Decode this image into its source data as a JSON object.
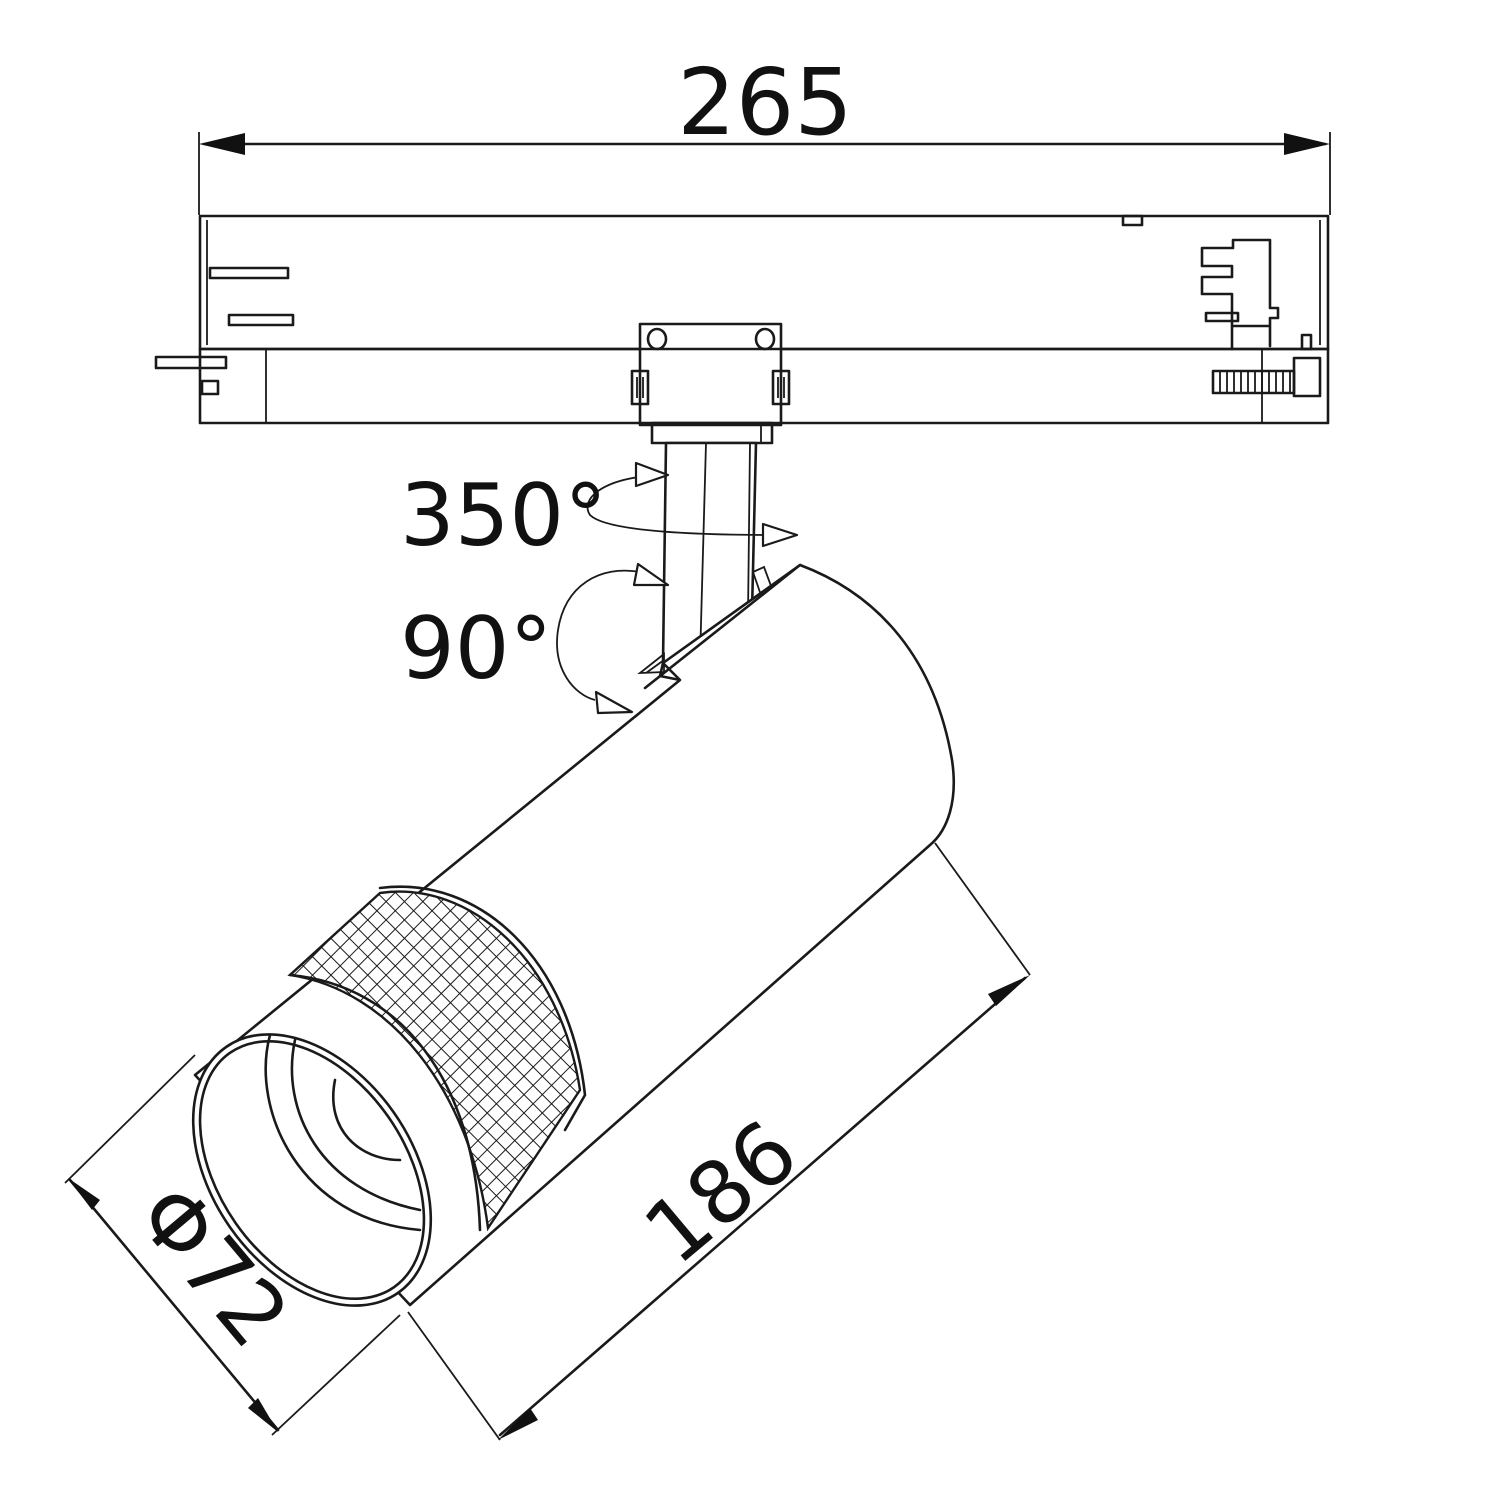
{
  "drawing": {
    "subject": "Track spotlight dimension drawing",
    "line_color": "#1a1a1a",
    "background": "#ffffff"
  },
  "dimensions": {
    "track_length": {
      "label": "265",
      "unit": "mm"
    },
    "body_length": {
      "label": "186",
      "unit": "mm"
    },
    "head_diameter": {
      "label": "Φ72",
      "unit": "mm"
    }
  },
  "rotations": {
    "horizontal": {
      "label": "350°"
    },
    "vertical": {
      "label": "90°"
    }
  }
}
